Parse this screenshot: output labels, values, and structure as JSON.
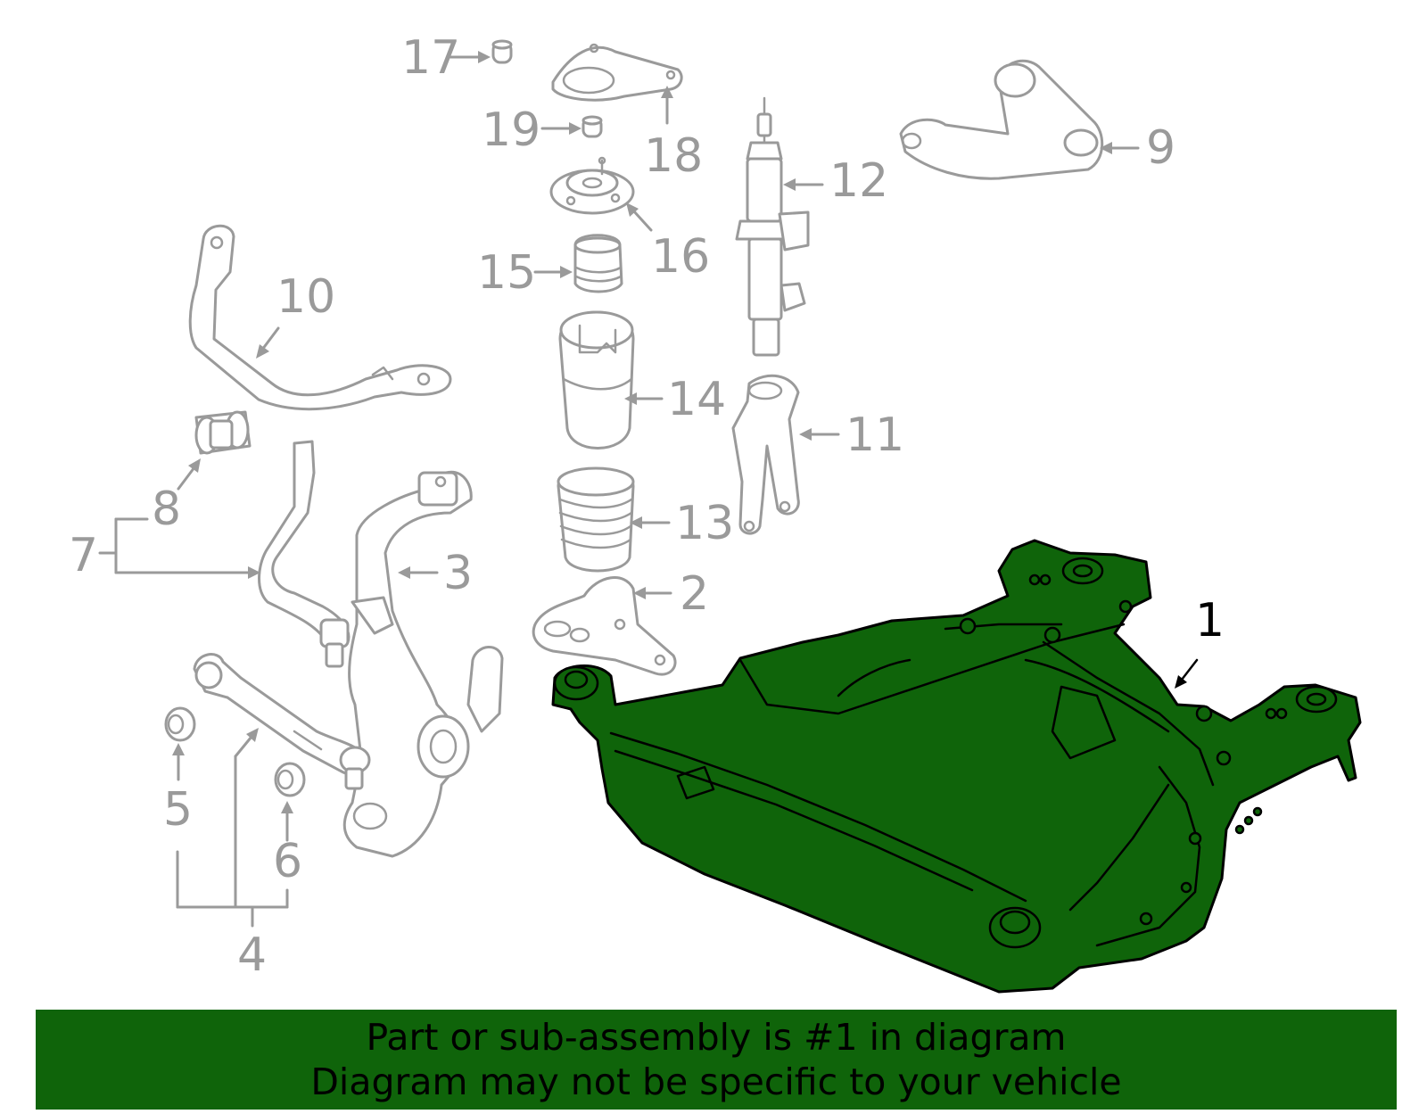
{
  "diagram": {
    "callouts": {
      "c1": "1",
      "c2": "2",
      "c3": "3",
      "c4": "4",
      "c5": "5",
      "c6": "6",
      "c7": "7",
      "c8": "8",
      "c9": "9",
      "c10": "10",
      "c11": "11",
      "c12": "12",
      "c13": "13",
      "c14": "14",
      "c15": "15",
      "c16": "16",
      "c17": "17",
      "c18": "18",
      "c19": "19"
    },
    "highlight_color": "#0f640a",
    "part_color": "#9a9a9a"
  },
  "banner": {
    "line1": "Part or sub-assembly is #1 in diagram",
    "line2": "Diagram may not be specific to your vehicle"
  }
}
